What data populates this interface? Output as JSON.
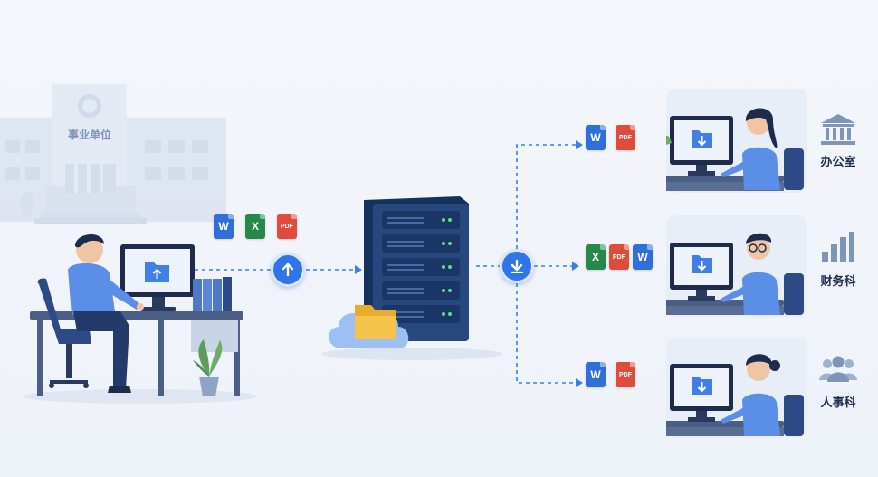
{
  "building": {
    "sign": "事业单位"
  },
  "documents": {
    "word": "W",
    "excel": "X",
    "pdf": "PDF"
  },
  "departments": [
    {
      "label": "办公室",
      "icon": "institution-icon"
    },
    {
      "label": "财务科",
      "icon": "bar-chart-icon"
    },
    {
      "label": "人事科",
      "icon": "people-icon"
    }
  ],
  "colors": {
    "accent": "#2f74e8",
    "server": "#1e3a6e",
    "folder": "#f4c54a",
    "word": "#2f6fd8",
    "excel": "#25894a",
    "pdf": "#e04c3c",
    "shirt": "#5b8ee6",
    "dashed_line": "#3a7ee8"
  }
}
